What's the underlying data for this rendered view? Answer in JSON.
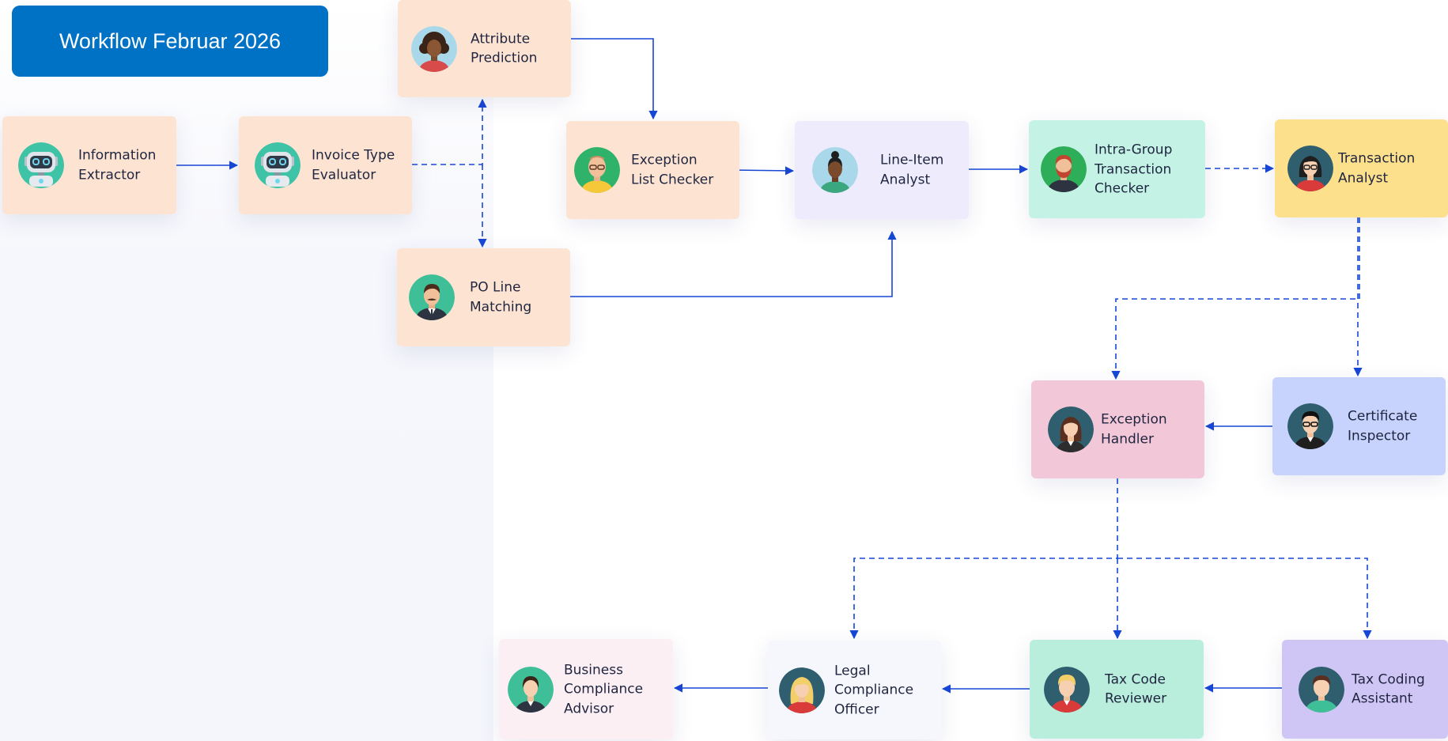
{
  "title": "Workflow Februar 2026",
  "colors": {
    "title_bg": "#0072c6",
    "edge": "#1747d6",
    "peach": "#fde4d2",
    "lavender": "#eeebfc",
    "mint": "#c4f3e6",
    "yellow": "#fde08c",
    "pink": "#f2c8d8",
    "periwinkle": "#c7d3fd",
    "teal": "#b9eedc",
    "purple": "#d0c6f5",
    "pale_pink": "#fbeff3",
    "pale_gray": "#f6f7fc"
  },
  "nodes": {
    "information_extractor": {
      "label": "Information\nExtractor",
      "icon": "robot-icon"
    },
    "invoice_type_evaluator": {
      "label": "Invoice Type\nEvaluator",
      "icon": "robot-icon"
    },
    "attribute_prediction": {
      "label": "Attribute\nPrediction",
      "icon": "woman-curly-hair-avatar-icon"
    },
    "po_line_matching": {
      "label": "PO Line\nMatching",
      "icon": "man-mustache-avatar-icon"
    },
    "exception_list_checker": {
      "label": "Exception\nList Checker",
      "icon": "bald-man-glasses-avatar-icon"
    },
    "line_item_analyst": {
      "label": "Line-Item\nAnalyst",
      "icon": "woman-bun-avatar-icon"
    },
    "intra_group_transaction_checker": {
      "label": "Intra-Group\nTransaction\nChecker",
      "icon": "bearded-man-avatar-icon"
    },
    "transaction_analyst": {
      "label": "Transaction\nAnalyst",
      "icon": "woman-glasses-avatar-icon"
    },
    "exception_handler": {
      "label": "Exception\nHandler",
      "icon": "woman-long-hair-avatar-icon"
    },
    "certificate_inspector": {
      "label": "Certificate\nInspector",
      "icon": "man-glasses-avatar-icon"
    },
    "business_compliance_advisor": {
      "label": "Business\nCompliance\nAdvisor",
      "icon": "businesswoman-avatar-icon"
    },
    "legal_compliance_officer": {
      "label": "Legal\nCompliance\nOfficer",
      "icon": "blonde-woman-avatar-icon"
    },
    "tax_code_reviewer": {
      "label": "Tax Code\nReviewer",
      "icon": "blonde-man-avatar-icon"
    },
    "tax_coding_assistant": {
      "label": "Tax Coding\nAssistant",
      "icon": "man-green-shirt-avatar-icon"
    }
  },
  "edges": [
    {
      "from": "information_extractor",
      "to": "invoice_type_evaluator",
      "style": "solid"
    },
    {
      "from": "invoice_type_evaluator",
      "to": "attribute_prediction",
      "style": "dashed"
    },
    {
      "from": "invoice_type_evaluator",
      "to": "po_line_matching",
      "style": "dashed"
    },
    {
      "from": "attribute_prediction",
      "to": "exception_list_checker",
      "style": "solid"
    },
    {
      "from": "exception_list_checker",
      "to": "line_item_analyst",
      "style": "solid"
    },
    {
      "from": "po_line_matching",
      "to": "line_item_analyst",
      "style": "solid"
    },
    {
      "from": "line_item_analyst",
      "to": "intra_group_transaction_checker",
      "style": "solid"
    },
    {
      "from": "intra_group_transaction_checker",
      "to": "transaction_analyst",
      "style": "dashed"
    },
    {
      "from": "transaction_analyst",
      "to": "exception_handler",
      "style": "dashed"
    },
    {
      "from": "transaction_analyst",
      "to": "certificate_inspector",
      "style": "dashed"
    },
    {
      "from": "certificate_inspector",
      "to": "exception_handler",
      "style": "solid"
    },
    {
      "from": "exception_handler",
      "to": "legal_compliance_officer",
      "style": "dashed"
    },
    {
      "from": "exception_handler",
      "to": "tax_code_reviewer",
      "style": "dashed"
    },
    {
      "from": "exception_handler",
      "to": "tax_coding_assistant",
      "style": "dashed"
    },
    {
      "from": "tax_coding_assistant",
      "to": "tax_code_reviewer",
      "style": "solid"
    },
    {
      "from": "tax_code_reviewer",
      "to": "legal_compliance_officer",
      "style": "solid"
    },
    {
      "from": "legal_compliance_officer",
      "to": "business_compliance_advisor",
      "style": "solid"
    }
  ]
}
